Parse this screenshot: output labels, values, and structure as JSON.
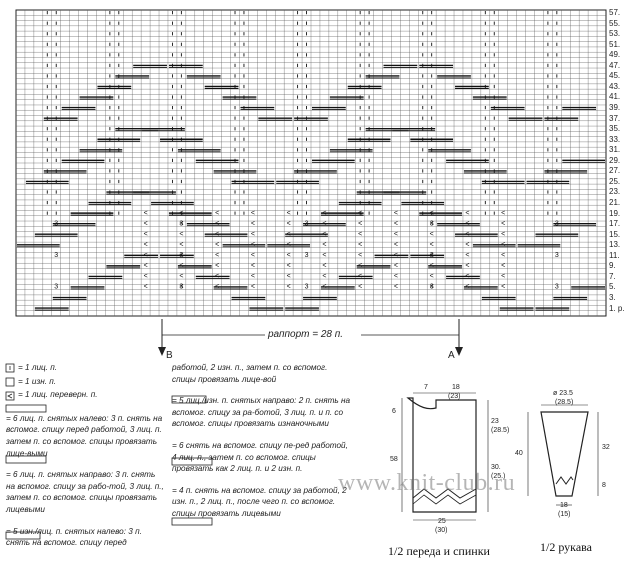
{
  "chart": {
    "row_numbers": [
      "57.",
      "55.",
      "53.",
      "51.",
      "49.",
      "47.",
      "45.",
      "43.",
      "41.",
      "39.",
      "37.",
      "35.",
      "33.",
      "31.",
      "29.",
      "27.",
      "25.",
      "23.",
      "21.",
      "19.",
      "17.",
      "15.",
      "13.",
      "11.",
      "9.",
      "7.",
      "5.",
      "3.",
      "1. p."
    ],
    "repeat_label": "раппорт = 28 п.",
    "marker_b": "B",
    "marker_a": "A",
    "cell_glyph_twist": "<",
    "cell_glyph_three": "3"
  },
  "legend": {
    "knit": "= 1 лиц. п.",
    "purl": "= 1 изн. п.",
    "twisted": "= 1 лиц. переверн. п.",
    "cable6_left": "= 6 лиц. п. снятых налево: 3 п. снять на вспомог. спицу перед работой, 3 лиц. п. затем п. со вспомог. спицы провязать лице-выми",
    "cable6_right": "= 6 лиц. п. снятых направо: 3 п. снять на вспомог. спицу за рабо-той, 3 лиц. п., затем п. со вспомог. спицы провязать лицевыми",
    "cable5_left": "= 5 изн./лиц. п. снятых налево: 3 п. снять на вспомог. спицу перед",
    "cable5_left_cont": "работой, 2 изн. п., затем п. со вспомог. спицы провязать лице-вой",
    "cable5_right": "= 5 лиц./изн. п. снятых направо: 2 п. снять на вспомог. спицу за ра-ботой, 3 лиц. п. и п. со вспомог. спицы провязать изнаночными",
    "cable_4_2": "= 6 снять на вспомог. спицу пе-ред работой, 4 лиц. п., затем п. со вспомог. спицы провязать как 2 лиц. п. и 2 изн. п.",
    "cable_4n": "= 4 п. снять на вспомог. спицу за работой, 2 изн. п., 2 лиц. п., после чего п. со вспомог. спицы провязать лицевыми"
  },
  "pattern_front": {
    "dims": {
      "top_left": "7",
      "top_right": "18",
      "top_right_alt": "(23)",
      "left_side": "6",
      "height": "58",
      "right_upper": "23",
      "right_upper_alt": "(28.5)",
      "right_lower": "30.",
      "right_lower_alt": "(25.)",
      "bottom": "25",
      "bottom_alt": "(30)"
    },
    "caption": "1/2 переда и спинки"
  },
  "pattern_sleeve": {
    "dims": {
      "top": "ø 23.5",
      "top_alt": "(28.5)",
      "left": "40",
      "right": "32",
      "right_lower": "8",
      "bottom": "18",
      "bottom_alt": "(15)"
    },
    "caption": "1/2 рукава"
  },
  "watermark": "www.knit-club.ru"
}
